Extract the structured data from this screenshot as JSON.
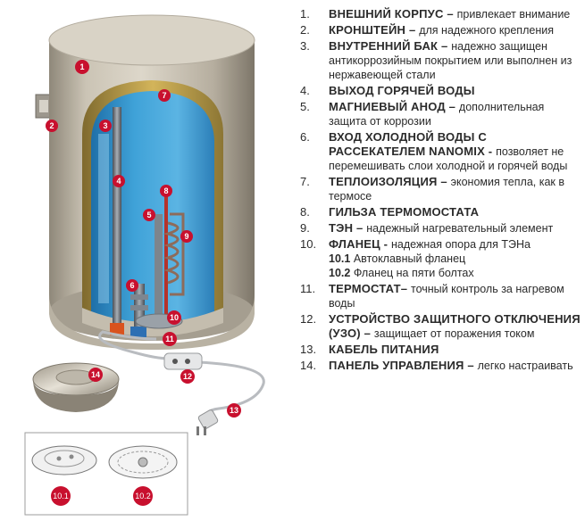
{
  "colors": {
    "marker": "#c8102e",
    "body": "#c9c2b3",
    "inner_tank": "#3d9ad1",
    "insulation": "#c9a84a",
    "text": "#2b2b2b"
  },
  "markers": {
    "m1": "1",
    "m2": "2",
    "m3": "3",
    "m4": "4",
    "m5": "5",
    "m6": "6",
    "m7": "7",
    "m8": "8",
    "m9": "9",
    "m10": "10",
    "m11": "11",
    "m12": "12",
    "m13": "13",
    "m14": "14",
    "m10_1": "10.1",
    "m10_2": "10.2"
  },
  "legend": [
    {
      "num": "1.",
      "title": "ВНЕШНИЙ КОРПУС",
      "sep": " – ",
      "desc": "привлекает внимание"
    },
    {
      "num": "2.",
      "title": "КРОНШТЕЙН",
      "sep": " – ",
      "desc": "для надежного крепления"
    },
    {
      "num": "3.",
      "title": "ВНУТРЕННИЙ БАК",
      "sep": " – ",
      "desc": "надежно защищен антикоррозийным покрытием или выполнен из нержавеющей стали"
    },
    {
      "num": "4.",
      "title": "ВЫХОД ГОРЯЧЕЙ ВОДЫ",
      "sep": "",
      "desc": ""
    },
    {
      "num": "5.",
      "title": "МАГНИЕВЫЙ АНОД",
      "sep": " – ",
      "desc": "дополнительная защита от коррозии"
    },
    {
      "num": "6.",
      "title": "ВХОД ХОЛОДНОЙ ВОДЫ С РАССЕКАТЕЛЕМ NANOMIX",
      "sep": " - ",
      "desc": "позволяет не перемешивать слои холодной и горячей воды"
    },
    {
      "num": "7.",
      "title": "ТЕПЛОИЗОЛЯЦИЯ",
      "sep": " – ",
      "desc": "экономия тепла, как в термосе"
    },
    {
      "num": "8.",
      "title": "ГИЛЬЗА ТЕРМОМОСТАТА",
      "sep": "",
      "desc": ""
    },
    {
      "num": "9.",
      "title": "ТЭН",
      "sep": " – ",
      "desc": "надежный нагревательный элемент"
    },
    {
      "num": "10.",
      "title": "ФЛАНЕЦ",
      "sep": " - ",
      "desc": "надежная опора для ТЭНа",
      "subs": [
        {
          "num": "10.1",
          "text": "Автоклавный фланец"
        },
        {
          "num": "10.2",
          "text": "Фланец на пяти болтах"
        }
      ]
    },
    {
      "num": "11.",
      "title": "ТЕРМОСТАТ",
      "sep": "– ",
      "desc": "точный контроль за нагревом воды"
    },
    {
      "num": "12.",
      "title": "УСТРОЙСТВО ЗАЩИТНОГО ОТКЛЮЧЕНИЯ (УЗО)",
      "sep": " – ",
      "desc": "защищает от поражения током"
    },
    {
      "num": "13.",
      "title": "КАБЕЛЬ ПИТАНИЯ",
      "sep": "",
      "desc": ""
    },
    {
      "num": "14.",
      "title": "ПАНЕЛЬ УПРАВЛЕНИЯ",
      "sep": " – ",
      "desc": "легко настраивать"
    }
  ]
}
